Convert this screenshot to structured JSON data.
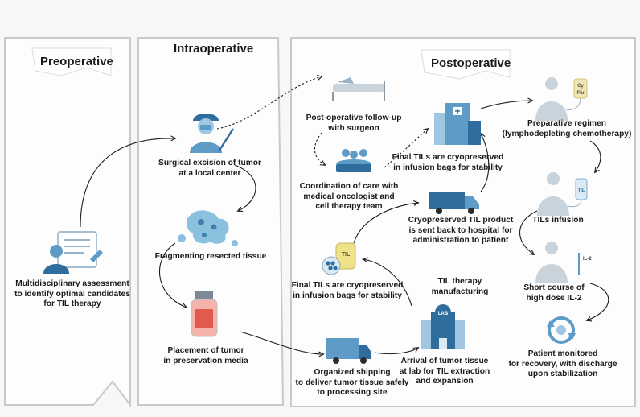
{
  "phases": {
    "preoperative": "Preoperative",
    "intraoperative": "Intraoperative",
    "postoperative": "Postoperative"
  },
  "steps": {
    "multidisciplinary": "Multidisciplinary assessment\nto identify optimal candidates\nfor TIL therapy",
    "surgical_excision": "Surgical excision of tumor\nat a local center",
    "fragmenting": "Fragmenting resected tissue",
    "placement": "Placement of tumor\nin preservation media",
    "organized_shipping": "Organized shipping\nto deliver tumor tissue safely\nto processing site",
    "arrival_lab": "Arrival of tumor tissue\nat lab for TIL extraction\nand expansion",
    "til_manufacturing": "TIL therapy\nmanufacturing",
    "final_tils_lower": "Final TILs are cryopreserved\nin infusion bags for stability",
    "cryo_product_sent": "Cryopreserved TIL product\nis sent back to hospital for\nadministration to patient",
    "final_tils_upper": "Final TILs are cryopreserved\nin infusion bags for stability",
    "coordination": "Coordination of care with\nmedical oncologist and\ncell therapy team",
    "followup": "Post-operative follow-up\nwith surgeon",
    "preparative": "Preparative regimen\n(lymphodepleting chemotherapy)",
    "tils_infusion": "TILs infusion",
    "il2_course": "Short course of\nhigh dose IL-2",
    "monitoring": "Patient monitored\nfor recovery, with discharge\nupon stabilization"
  },
  "icon_text": {
    "lab_sign": "LAB",
    "til_bag": "TIL",
    "cy": "Cy",
    "flu": "Flu",
    "til_iv": "TIL",
    "il2": "IL-2"
  },
  "colors": {
    "icon_blue": "#5f9bc7",
    "icon_dark_blue": "#2f6e9c",
    "person_gray": "#c9d3db",
    "vial_red": "#e05a4e",
    "til_bag_yellow": "#efe08a"
  },
  "icons": [
    "clipboard-doctor-icon",
    "surgeon-icon",
    "tumor-cells-icon",
    "specimen-jar-icon",
    "shipping-van-icon",
    "lab-building-icon",
    "til-bag-icon",
    "delivery-van-icon",
    "hospital-icon",
    "care-team-icon",
    "hospital-bed-icon",
    "patient-chemo-iv-icon",
    "patient-til-iv-icon",
    "patient-il2-iv-icon",
    "recovery-cycle-icon"
  ]
}
